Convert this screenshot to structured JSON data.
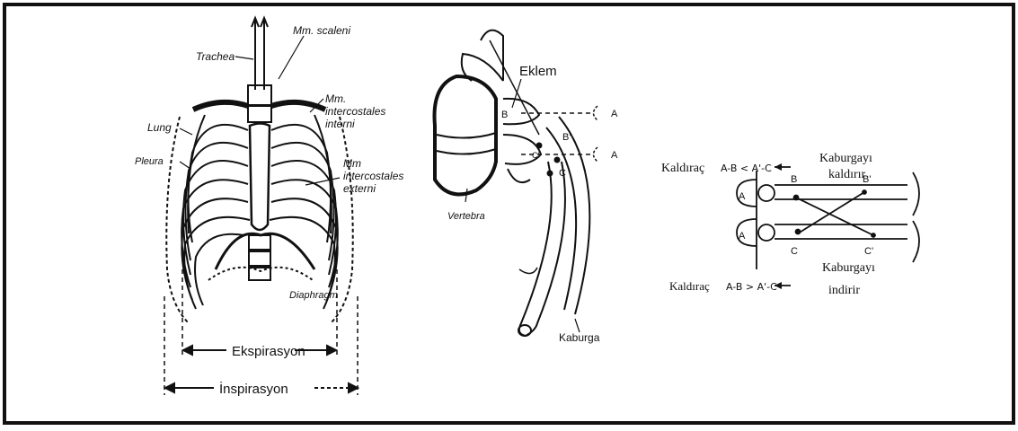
{
  "colors": {
    "ink": "#111111",
    "paper": "#ffffff"
  },
  "thorax": {
    "trachea": "Trachea",
    "scaleni": "Mm. scaleni",
    "intercostales_interni_1": "Mm.",
    "intercostales_interni_2": "intercostales",
    "intercostales_interni_3": "interni",
    "lung": "Lung",
    "pleura": "Pleura",
    "intercostales_externi_1": "Mm",
    "intercostales_externi_2": "intercostales",
    "intercostales_externi_3": "externi",
    "diaphragm": "Diaphragm",
    "expiration": "Ekspirasyon",
    "inspiration": "İnspirasyon"
  },
  "vertebra": {
    "joint": "Eklem",
    "vertebra": "Vertebra",
    "rib": "Kaburga",
    "point_a1": "A",
    "point_a2": "A",
    "point_b": "B",
    "point_b_prime": "B'",
    "point_c": "C",
    "point_c_prime": "C'"
  },
  "lever": {
    "top_prefix": "Kaldıraç",
    "top_formula": "A-B < A'-C",
    "top_result_1": "Kaburgayı",
    "top_result_2": "kaldırır",
    "bottom_result_1": "Kaburgayı",
    "bottom_result_2": "indirir",
    "bottom_prefix": "Kaldıraç",
    "bottom_formula": "A-B > A'-C",
    "a_upper": "A",
    "a_lower": "A",
    "b": "B",
    "b_prime": "B'",
    "c": "C",
    "c_prime": "C'"
  }
}
